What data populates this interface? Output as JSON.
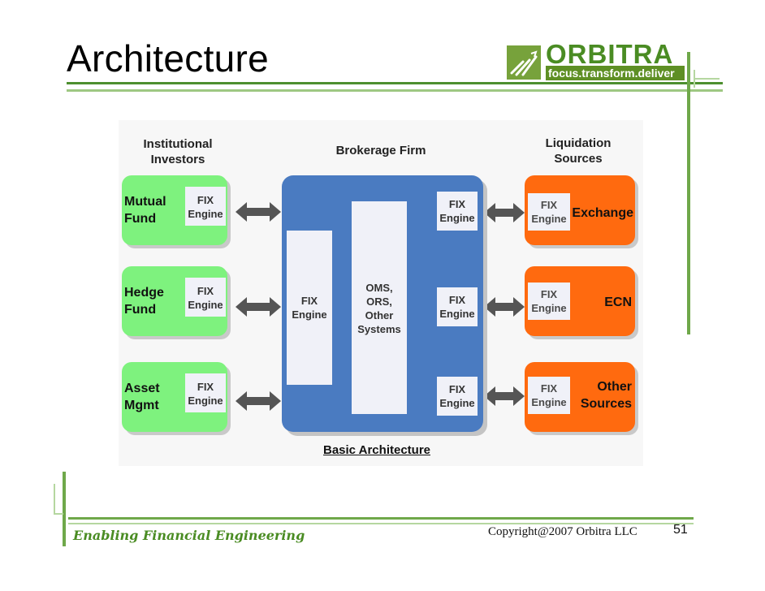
{
  "slide": {
    "title": "Architecture",
    "page_number": "51",
    "footer_tagline": "Enabling Financial Engineering",
    "copyright": "Copyright@2007 Orbitra LLC"
  },
  "logo": {
    "name": "ORBITRA",
    "tagline": "focus.transform.deliver"
  },
  "diagram": {
    "caption": "Basic Architecture",
    "institutional": {
      "heading_line1": "Institutional",
      "heading_line2": "Investors",
      "items": [
        {
          "line1": "Mutual",
          "line2": "Fund",
          "fix1": "FIX",
          "fix2": "Engine"
        },
        {
          "line1": "Hedge",
          "line2": "Fund",
          "fix1": "FIX",
          "fix2": "Engine"
        },
        {
          "line1": "Asset",
          "line2": "Mgmt",
          "fix1": "FIX",
          "fix2": "Engine"
        }
      ]
    },
    "brokerage": {
      "heading": "Brokerage Firm",
      "inbound_fix1": "FIX",
      "inbound_fix2": "Engine",
      "systems": [
        "OMS,",
        "ORS,",
        "Other",
        "Systems"
      ],
      "outbound": [
        {
          "fix1": "FIX",
          "fix2": "Engine"
        },
        {
          "fix1": "FIX",
          "fix2": "Engine"
        },
        {
          "fix1": "FIX",
          "fix2": "Engine"
        }
      ]
    },
    "liquidation": {
      "heading_line1": "Liquidation",
      "heading_line2": "Sources",
      "items": [
        {
          "line1": "Exchange",
          "line2": "",
          "fix1": "FIX",
          "fix2": "Engine"
        },
        {
          "line1": "ECN",
          "line2": "",
          "fix1": "FIX",
          "fix2": "Engine"
        },
        {
          "line1": "Other",
          "line2": "Sources",
          "fix1": "FIX",
          "fix2": "Engine"
        }
      ]
    }
  },
  "colors": {
    "investor_box": "#7ef27e",
    "brokerage_box": "#4a7bc1",
    "liquidity_box": "#ff6a0f",
    "accent_green": "#4a8c23"
  }
}
